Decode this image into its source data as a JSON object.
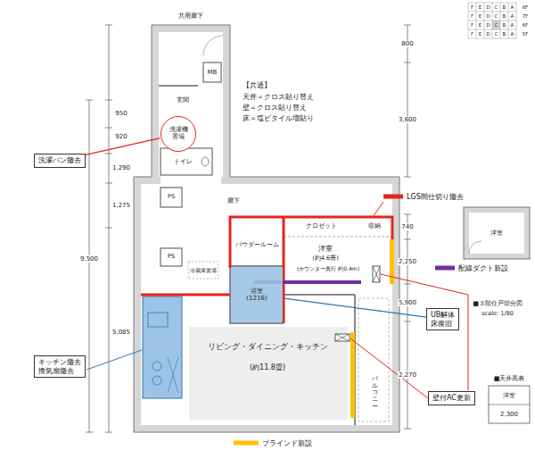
{
  "diagram": {
    "nodes": [
      {
        "text": [
          "洗濯パン撤去"
        ]
      },
      {
        "text": [
          "洗濯機置場"
        ]
      },
      {
        "text": [
          "キッチン撤去 換気扇撤去"
        ]
      },
      {
        "text": [
          "UB解体 床復旧"
        ]
      },
      {
        "text": [
          "浴室",
          "(1216)"
        ]
      },
      {
        "text": [
          "壁付AC更新"
        ]
      }
    ],
    "edges": [
      {
        "from": 0,
        "to": 1,
        "arrow": "none"
      },
      {
        "from": 3,
        "to": 4,
        "arrow": "none"
      }
    ],
    "labels": [
      "【共通】",
      "天井＝クロス貼り替え",
      "壁＝クロス貼り替え",
      "床＝塩ビタイル増貼り",
      "共用廊下",
      "MB",
      "玄関",
      "トイレ",
      "PS",
      "廊下",
      "PS",
      "冷蔵庫置場",
      "パウダールーム",
      "クロゼット",
      "収納",
      "洋室",
      "(約4.6畳)",
      "(カウンター奥行 約0.4m)",
      "リビング・ダイニング・キッチン",
      "(約11.8畳)",
      "バルコニー",
      "洋室",
      "■３階住戸部分図",
      "scale: 1/80",
      "■天井高表",
      "洋室",
      "2.300",
      "950",
      "920",
      "1,290",
      "1,275",
      "9,500",
      "5,085",
      "800",
      "3,600",
      "740",
      "2,250",
      "5,900",
      "2,270",
      "F",
      "E",
      "D",
      "C",
      "B",
      "A",
      "8F",
      "F",
      "E",
      "D",
      "C",
      "B",
      "A",
      "7F",
      "F",
      "E",
      "D",
      "C",
      "B",
      "A",
      "6F",
      "F",
      "E",
      "D",
      "C",
      "B",
      "A",
      "5F"
    ],
    "legend": [
      {
        "text": "LGS間仕切り撤去",
        "color": "#e8231f"
      },
      {
        "text": "配線ダクト新設",
        "color": "#7030a0"
      },
      {
        "text": "ブラインド新設",
        "color": "#ffc000"
      }
    ]
  }
}
